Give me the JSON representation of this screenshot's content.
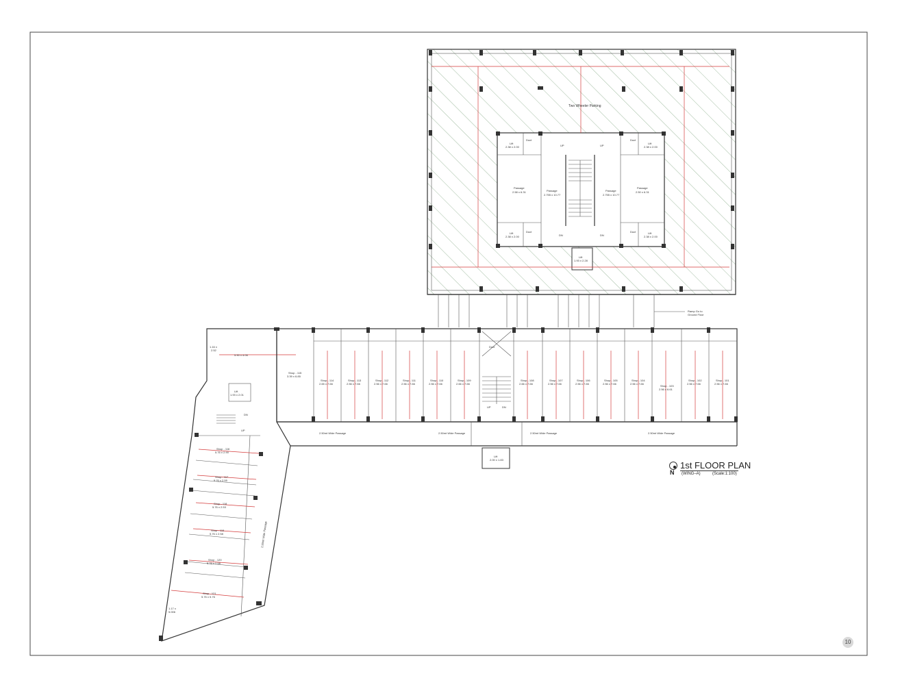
{
  "title_block": {
    "title": "1st FLOOR PLAN",
    "wing": "(WING–A)",
    "scale": "(Scale:1:100)",
    "north": "N"
  },
  "page_number": "10",
  "labels": {
    "two_wheeler_parking": "Two Wheeler Parking",
    "ramp_note_1": "Ramp Go to",
    "ramp_note_2": "Ground Floor",
    "passage_top_left_1": "Passage",
    "passage_top_left_1_dim": "2.58 x 6.31",
    "passage_top_left_2": "Passage",
    "passage_top_left_2_dim": "2.755 x 10.77",
    "passage_top_right_1": "Passage",
    "passage_top_right_1_dim": "2.755 x 10.77",
    "passage_top_right_2": "Passage",
    "passage_top_right_2_dim": "2.50 x 6.31",
    "lift_tl": "Lift",
    "lift_tl_dim": "2.38 x 2.00",
    "lift_tr": "Lift",
    "lift_tr_dim": "2.38 x 2.00",
    "lift_bl": "Lift",
    "lift_bl_dim": "2.38 x 2.00",
    "lift_br": "Lift",
    "lift_br_dim": "2.38 x 2.00",
    "lift_center": "Lift",
    "lift_center_dim": "1.93 x 2.28",
    "duct": "Duct",
    "up": "UP",
    "dn": "DN",
    "passage_wide": "2.50mt Wide Passage",
    "lift_bottom": "Lift",
    "lift_bottom_dim": "2.00 x 1.83",
    "lift_left": "Lift",
    "lift_left_dim": "1.93 x 2.01",
    "shop_115": "Shop - 115",
    "shop_115_dim": "3.39 x 6.85",
    "left_room_dim": "5.90 x 4.06",
    "left_small": "1.16 x",
    "left_small_2": "2.52",
    "left_bottom": "1.17 x",
    "left_bottom_2": "5.006"
  },
  "shops_row": [
    {
      "name": "Shop - 114",
      "dim": "2.65 x 7.66"
    },
    {
      "name": "Shop - 113",
      "dim": "2.56 x 7.66"
    },
    {
      "name": "Shop - 112",
      "dim": "2.56 x 7.66"
    },
    {
      "name": "Shop - 111",
      "dim": "2.56 x 7.66"
    },
    {
      "name": "Shop - 110",
      "dim": "2.56 x 7.66"
    },
    {
      "name": "Shop - 109",
      "dim": "2.66 x 7.66"
    },
    {
      "name": "Shop - 108",
      "dim": "2.66 x 7.66"
    },
    {
      "name": "Shop - 107",
      "dim": "2.56 x 7.66"
    },
    {
      "name": "Shop - 106",
      "dim": "2.56 x 7.66"
    },
    {
      "name": "Shop - 105",
      "dim": "2.56 x 7.66"
    },
    {
      "name": "Shop - 104",
      "dim": "2.56 x 7.66"
    },
    {
      "name": "Shop - 103",
      "dim": "2.56 x 6.61"
    },
    {
      "name": "Shop - 102",
      "dim": "2.56 x 7.66"
    },
    {
      "name": "Shop - 101",
      "dim": "2.56 x 7.66"
    }
  ],
  "shops_wing": [
    {
      "name": "Shop - 116",
      "dim": "5.76 x 2.90"
    },
    {
      "name": "Shop - 117",
      "dim": "5.76 x 2.55"
    },
    {
      "name": "Shop - 118",
      "dim": "5.76 x 2.53"
    },
    {
      "name": "Shop - 119",
      "dim": "5.76 x 2.58"
    },
    {
      "name": "Shop - 120",
      "dim": "5.76 x 2.58"
    },
    {
      "name": "Shop - 121",
      "dim": "5.76 x 5.76"
    }
  ]
}
